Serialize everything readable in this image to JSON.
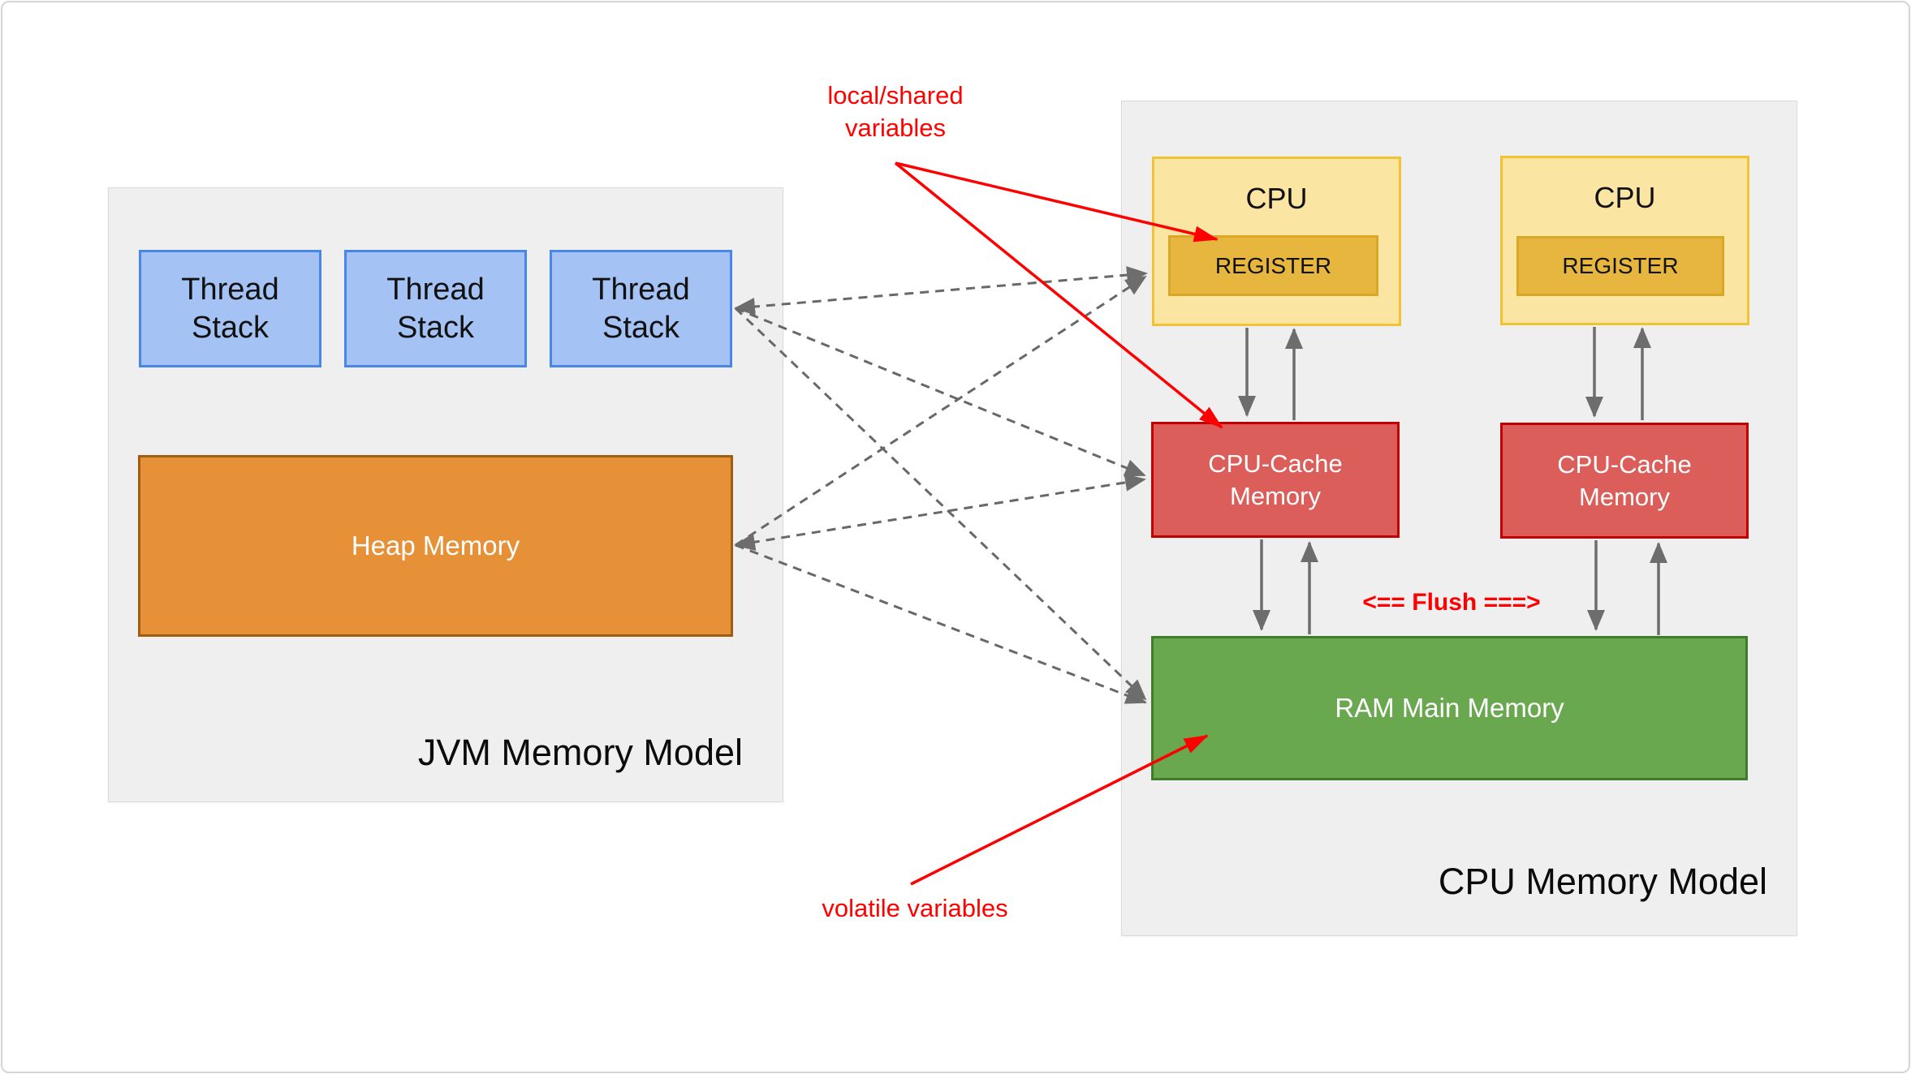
{
  "jvm": {
    "title": "JVM Memory Model",
    "thread_stacks": [
      "Thread\nStack",
      "Thread\nStack",
      "Thread\nStack"
    ],
    "heap": "Heap Memory"
  },
  "cpu": {
    "title": "CPU Memory Model",
    "cpus": [
      {
        "title": "CPU",
        "register": "REGISTER"
      },
      {
        "title": "CPU",
        "register": "REGISTER"
      }
    ],
    "caches": [
      "CPU-Cache\nMemory",
      "CPU-Cache\nMemory"
    ],
    "ram": "RAM Main Memory",
    "flush": "<== Flush ===>"
  },
  "annotations": {
    "local_shared": "local/shared\nvariables",
    "volatile": "volatile variables"
  },
  "colors": {
    "thread_stack_fill": "#a4c2f4",
    "thread_stack_border": "#4a86e8",
    "heap_fill": "#e69138",
    "cpu_fill": "#fbe5a2",
    "cpu_border": "#f1c232",
    "register_fill": "#e7b63f",
    "cache_fill": "#db5e5a",
    "cache_border": "#c00000",
    "ram_fill": "#6aa84f",
    "panel_fill": "#efefef",
    "annotation_red": "#ff0000",
    "arrow_gray": "#666666"
  }
}
